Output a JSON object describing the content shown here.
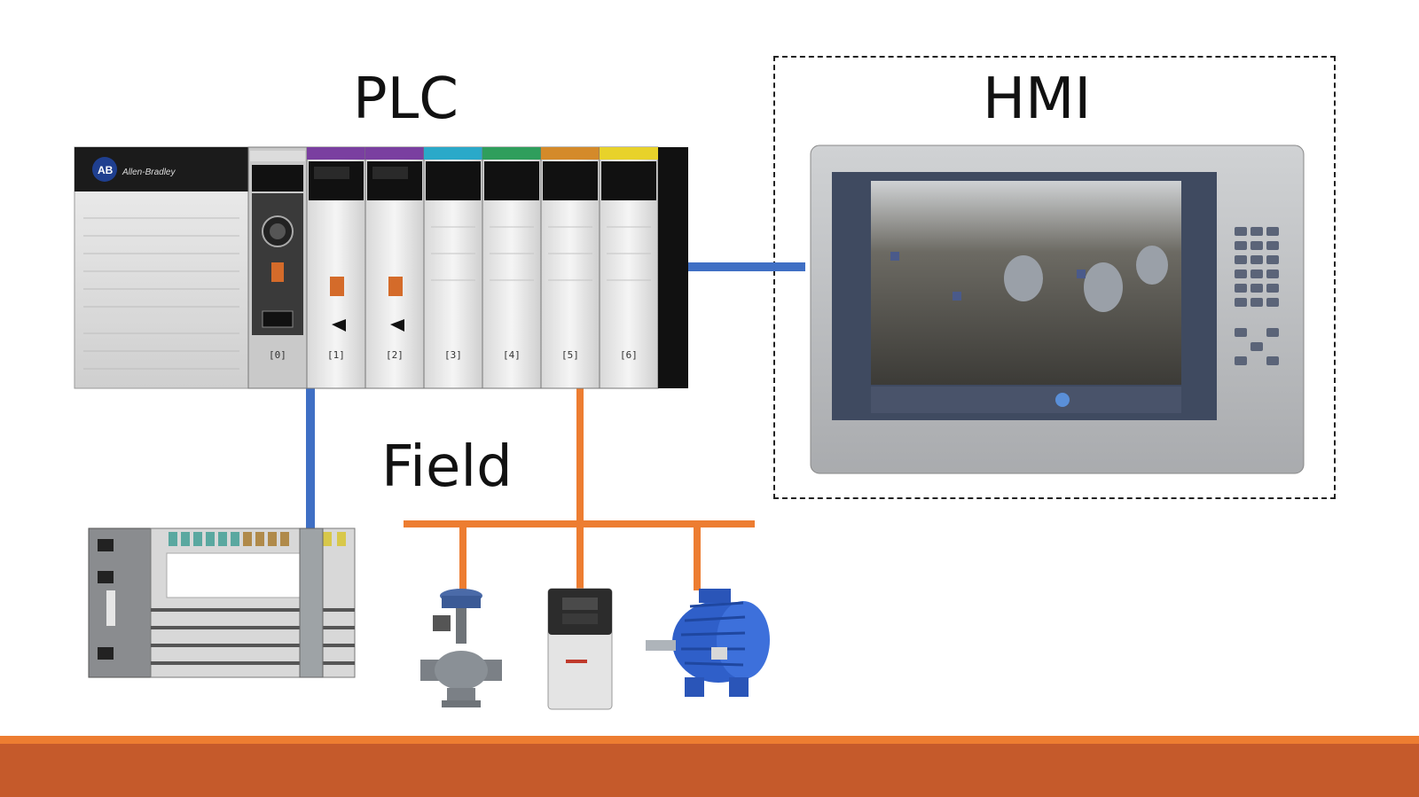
{
  "titles": {
    "plc": "PLC",
    "hmi": "HMI",
    "field": "Field"
  },
  "plc": {
    "logo": "AB",
    "brand": "Allen-Bradley",
    "slots": [
      "[0]",
      "[1]",
      "[2]",
      "[3]",
      "[4]",
      "[5]",
      "[6]"
    ]
  },
  "colors": {
    "hmi_link": "#3f6fc4",
    "io_link": "#3f6fc4",
    "fieldbus": "#ed7d31",
    "footer": "#c55a2b",
    "footer_accent": "#ed7d31"
  }
}
